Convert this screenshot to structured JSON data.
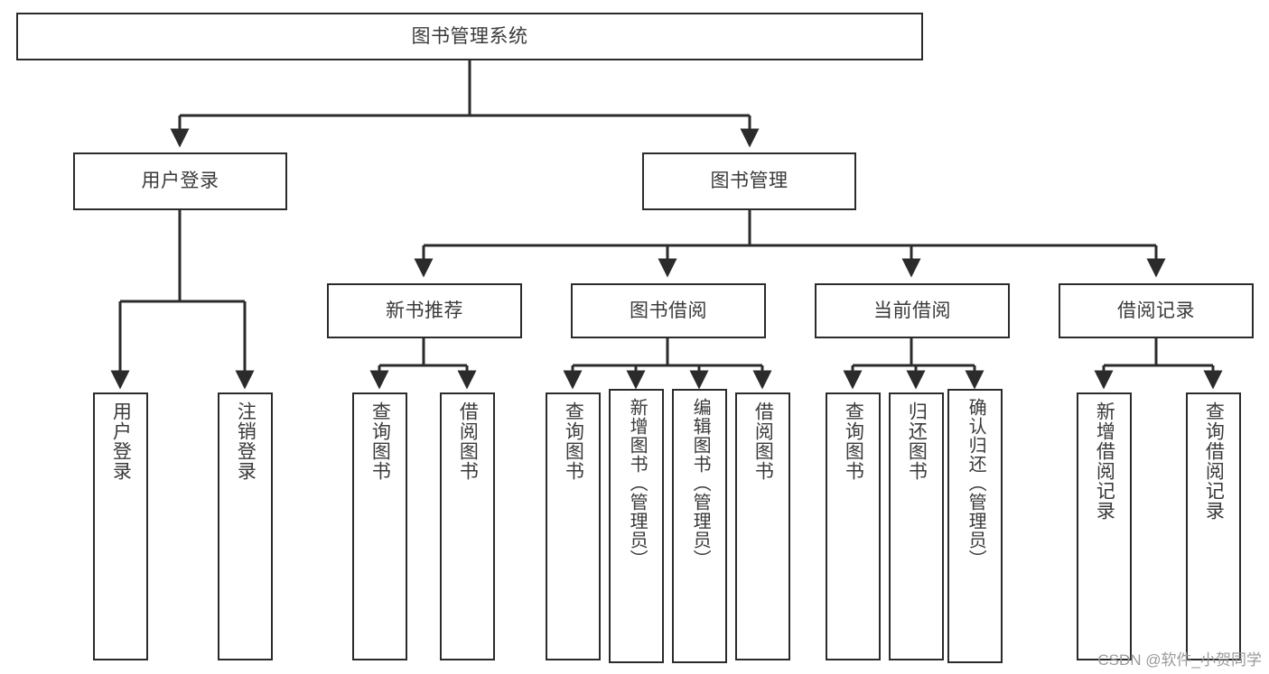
{
  "diagram": {
    "type": "tree",
    "title": "图书管理系统",
    "root": {
      "label": "图书管理系统"
    },
    "level2": [
      {
        "label": "用户登录"
      },
      {
        "label": "图书管理"
      }
    ],
    "level3": [
      {
        "label": "新书推荐"
      },
      {
        "label": "图书借阅"
      },
      {
        "label": "当前借阅"
      },
      {
        "label": "借阅记录"
      }
    ],
    "leaves": {
      "user_login": [
        {
          "label": "用户登录"
        },
        {
          "label": "注销登录"
        }
      ],
      "new_book_recommend": [
        {
          "label": "查询图书"
        },
        {
          "label": "借阅图书"
        }
      ],
      "book_borrow": [
        {
          "label": "查询图书"
        },
        {
          "label": "新增图书（管理员）"
        },
        {
          "label": "编辑图书（管理员）"
        },
        {
          "label": "借阅图书"
        }
      ],
      "current_borrow": [
        {
          "label": "查询图书"
        },
        {
          "label": "归还图书"
        },
        {
          "label": "确认归还（管理员）"
        }
      ],
      "borrow_record": [
        {
          "label": "新增借阅记录"
        },
        {
          "label": "查询借阅记录"
        }
      ]
    },
    "watermark": "CSDN @软件_小贺同学",
    "colors": {
      "stroke": "#2b2b2b",
      "fill": "#ffffff",
      "text": "#3a3a3a",
      "watermark": "#9a9a9a"
    }
  }
}
